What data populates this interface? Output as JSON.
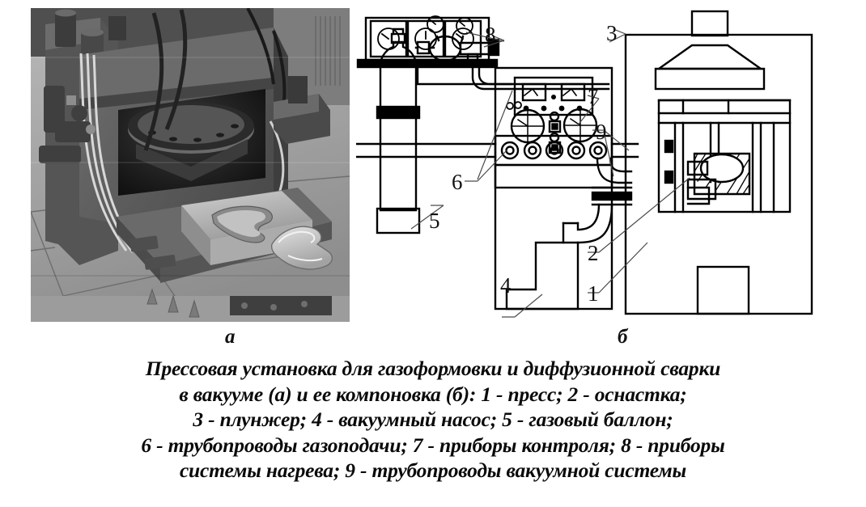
{
  "figure": {
    "panels": [
      {
        "id": "a",
        "label": "а",
        "type": "photograph",
        "description": "Прессовая установка для газоформовки и диффузионной сварки в вакууме"
      },
      {
        "id": "b",
        "label": "б",
        "type": "schematic",
        "description": "Компоновка прессовой установки"
      }
    ],
    "caption_lines": [
      "Прессовая установка для газоформовки и диффузионной сварки",
      "в вакууме (а) и ее компоновка (б): 1 - пресс; 2 - оснастка;",
      "3 - плунжер; 4 - вакуумный насос; 5 - газовый баллон;",
      "6 - трубопроводы газоподачи; 7 - приборы контроля; 8 - приборы",
      "системы нагрева; 9 - трубопроводы вакуумной системы"
    ],
    "legend": [
      {
        "number": "1",
        "term": "пресс"
      },
      {
        "number": "2",
        "term": "оснастка"
      },
      {
        "number": "3",
        "term": "плунжер"
      },
      {
        "number": "4",
        "term": "вакуумный насос"
      },
      {
        "number": "5",
        "term": "газовый баллон"
      },
      {
        "number": "6",
        "term": "трубопроводы газоподачи"
      },
      {
        "number": "7",
        "term": "приборы контроля"
      },
      {
        "number": "8",
        "term": "приборы системы нагрева"
      },
      {
        "number": "9",
        "term": "трубопроводы вакуумной системы"
      }
    ],
    "callouts": {
      "c1": "1",
      "c2": "2",
      "c3": "3",
      "c4": "4",
      "c5": "5",
      "c6": "6",
      "c7": "7",
      "c8": "8",
      "c9": "9"
    },
    "colors": {
      "line": "#000000",
      "leader": "#4a4a4a",
      "page_background": "#ffffff",
      "photo_tone_dark": "#2a2a2a",
      "photo_tone_mid": "#8d8d8d",
      "photo_tone_light": "#d6d6d6"
    }
  }
}
